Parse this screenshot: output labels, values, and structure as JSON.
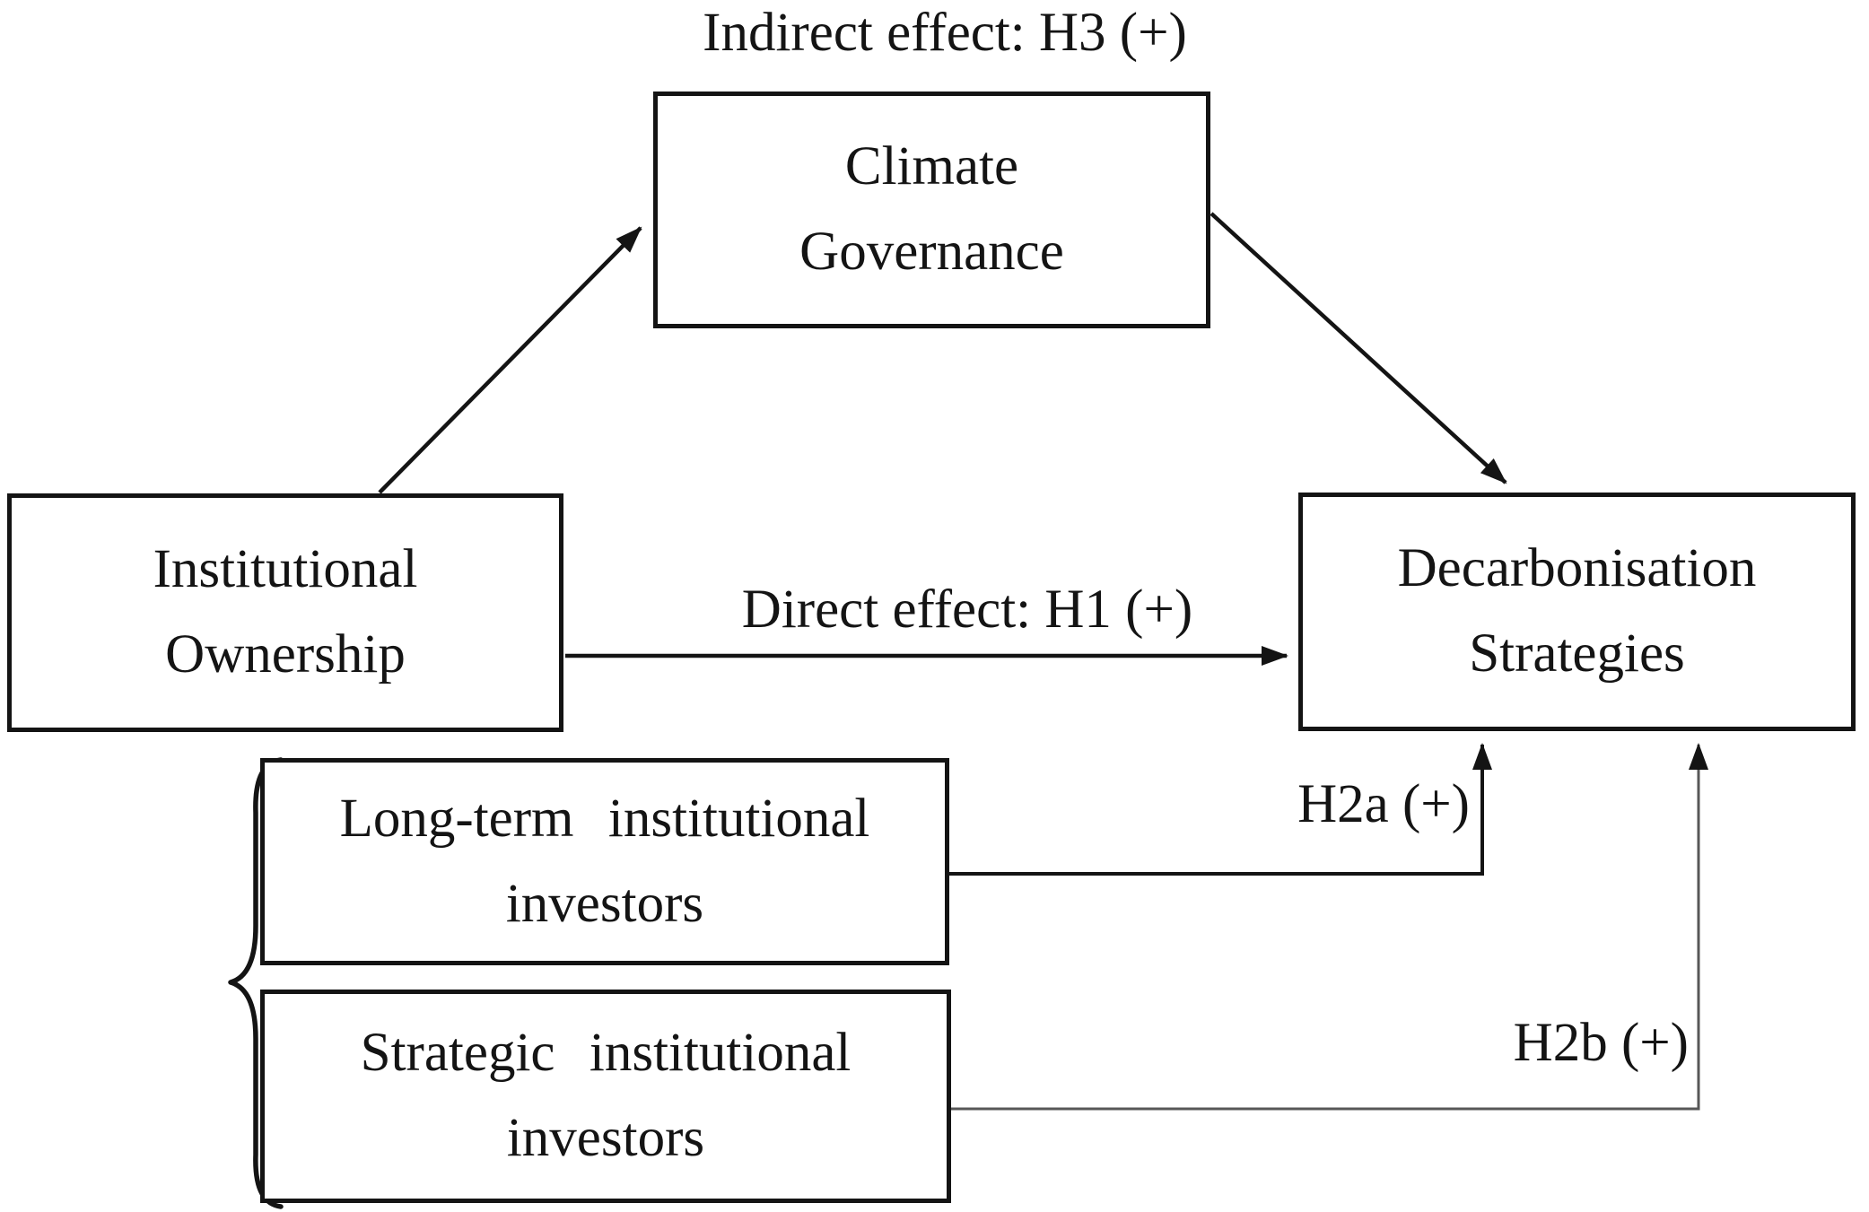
{
  "figure": {
    "type": "conceptual-model-diagram",
    "title": "Mediation model of institutional ownership, climate governance and decarbonisation strategies"
  },
  "colors": {
    "bg": "#ffffff",
    "ink": "#141414",
    "line": "#575757"
  },
  "nodes": {
    "institutional_ownership": {
      "label": "Institutional\nOwnership"
    },
    "climate_governance": {
      "label": "Climate\nGovernance"
    },
    "decarbonisation_strategies": {
      "label": "Decarbonisation\nStrategies"
    },
    "long_term_investors": {
      "label": "Long-term institutional\ninvestors"
    },
    "strategic_investors": {
      "label": "Strategic institutional\ninvestors"
    }
  },
  "labels": {
    "indirect_effect": "Indirect effect: H3 (+)",
    "direct_effect": "Direct effect: H1 (+)",
    "h2a": "H2a (+)",
    "h2b": "H2b (+)"
  },
  "edges": [
    {
      "from": "Institutional Ownership",
      "to": "Climate Governance",
      "style": "arrow"
    },
    {
      "from": "Climate Governance",
      "to": "Decarbonisation Strategies",
      "style": "arrow"
    },
    {
      "from": "Institutional Ownership",
      "to": "Decarbonisation Strategies",
      "label": "Direct effect: H1 (+)",
      "style": "arrow"
    },
    {
      "from": "Long-term institutional investors",
      "to": "Decarbonisation Strategies",
      "label": "H2a (+)",
      "style": "elbow-arrow"
    },
    {
      "from": "Strategic institutional investors",
      "to": "Decarbonisation Strategies",
      "label": "H2b (+)",
      "style": "elbow-arrow"
    },
    {
      "annotation": "Indirect effect: H3 (+)",
      "path": "Institutional Ownership → Climate Governance → Decarbonisation Strategies"
    },
    {
      "grouping": "brace",
      "members": [
        "Long-term institutional investors",
        "Strategic institutional investors"
      ],
      "of": "Institutional Ownership"
    }
  ]
}
